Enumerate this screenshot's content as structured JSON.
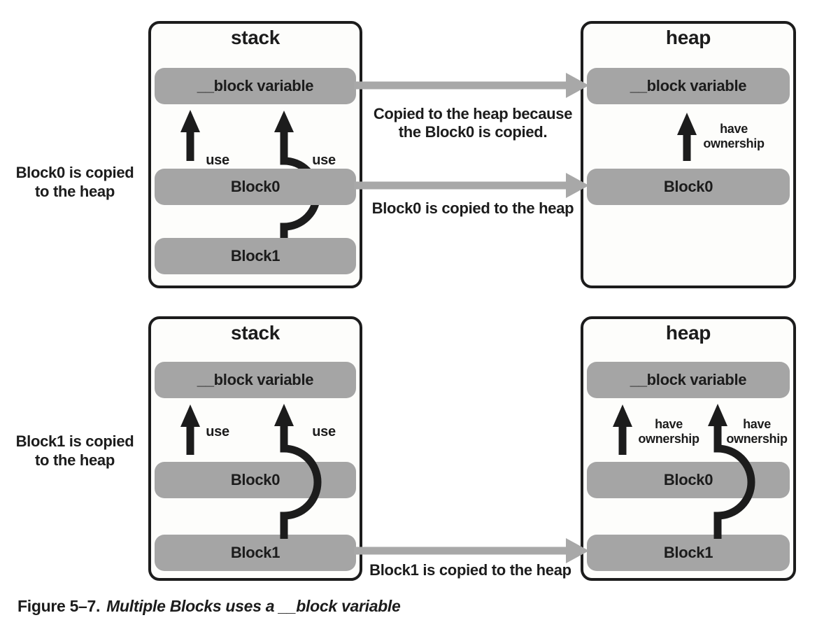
{
  "colors": {
    "ink": "#1c1c1c",
    "block_fill": "#a5a5a5",
    "copy_arrow": "#a8a8a8",
    "panel_bg": "#fdfdfb",
    "page_bg": "#ffffff"
  },
  "row1": {
    "side_label": "Block0 is copied\nto the heap",
    "stack": {
      "title": "stack",
      "block_var": "__block variable",
      "block0": "Block0",
      "block1": "Block1",
      "use_left": "use",
      "use_right": "use"
    },
    "heap": {
      "title": "heap",
      "block_var": "__block variable",
      "block0": "Block0",
      "ownership": "have\nownership"
    },
    "arrow_top_label": "Copied to the heap because\nthe Block0 is copied.",
    "arrow_mid_label": "Block0 is copied to the heap"
  },
  "row2": {
    "side_label": "Block1 is copied\nto the heap",
    "stack": {
      "title": "stack",
      "block_var": "__block variable",
      "block0": "Block0",
      "block1": "Block1",
      "use_left": "use",
      "use_right": "use"
    },
    "heap": {
      "title": "heap",
      "block_var": "__block variable",
      "block0": "Block0",
      "block1": "Block1",
      "ownership_left": "have\nownership",
      "ownership_right": "have\nownership"
    },
    "arrow_bottom_label": "Block1 is copied to the heap"
  },
  "caption": {
    "prefix": "Figure 5–7.",
    "text": "Multiple Blocks uses a __block variable"
  }
}
